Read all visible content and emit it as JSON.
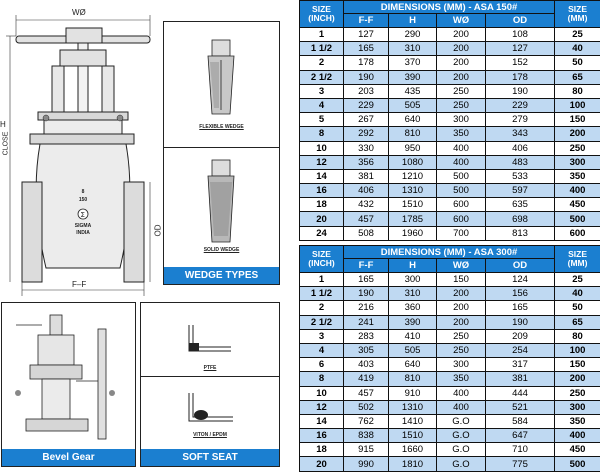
{
  "drawing": {
    "wo_label": "WØ",
    "h_label": "H",
    "close_label": "CLOSE",
    "od_label": "OD",
    "ff_label": "F–F",
    "body_marks": [
      "8",
      "150"
    ],
    "brand": [
      "SIGMA",
      "INDIA"
    ]
  },
  "wedge_panel": {
    "caption": "WEDGE TYPES",
    "items": [
      "FLEXIBLE WEDGE",
      "SOLID WEDGE"
    ]
  },
  "bevel_panel": {
    "caption": "Bevel Gear"
  },
  "seat_panel": {
    "caption": "SOFT SEAT",
    "items": [
      "PTFE",
      "VITON / EPDM"
    ]
  },
  "table150": {
    "title": "DIMENSIONS (MM) - ASA 150#",
    "size_head": [
      "SIZE",
      "(INCH)"
    ],
    "size_head_right": [
      "SIZE",
      "(MM)"
    ],
    "cols": [
      "F-F",
      "H",
      "WØ",
      "OD"
    ],
    "rows": [
      [
        "1",
        "127",
        "290",
        "200",
        "108",
        "25"
      ],
      [
        "1 1/2",
        "165",
        "310",
        "200",
        "127",
        "40"
      ],
      [
        "2",
        "178",
        "370",
        "200",
        "152",
        "50"
      ],
      [
        "2 1/2",
        "190",
        "390",
        "200",
        "178",
        "65"
      ],
      [
        "3",
        "203",
        "435",
        "250",
        "190",
        "80"
      ],
      [
        "4",
        "229",
        "505",
        "250",
        "229",
        "100"
      ],
      [
        "5",
        "267",
        "640",
        "300",
        "279",
        "150"
      ],
      [
        "8",
        "292",
        "810",
        "350",
        "343",
        "200"
      ],
      [
        "10",
        "330",
        "950",
        "400",
        "406",
        "250"
      ],
      [
        "12",
        "356",
        "1080",
        "400",
        "483",
        "300"
      ],
      [
        "14",
        "381",
        "1210",
        "500",
        "533",
        "350"
      ],
      [
        "16",
        "406",
        "1310",
        "500",
        "597",
        "400"
      ],
      [
        "18",
        "432",
        "1510",
        "600",
        "635",
        "450"
      ],
      [
        "20",
        "457",
        "1785",
        "600",
        "698",
        "500"
      ],
      [
        "24",
        "508",
        "1960",
        "700",
        "813",
        "600"
      ]
    ]
  },
  "table300": {
    "title": "DIMENSIONS (MM) - ASA 300#",
    "size_head": [
      "SIZE",
      "(INCH)"
    ],
    "size_head_right": [
      "SIZE",
      "(MM)"
    ],
    "cols": [
      "F-F",
      "H",
      "WØ",
      "OD"
    ],
    "rows": [
      [
        "1",
        "165",
        "300",
        "150",
        "124",
        "25"
      ],
      [
        "1 1/2",
        "190",
        "310",
        "200",
        "156",
        "40"
      ],
      [
        "2",
        "216",
        "360",
        "200",
        "165",
        "50"
      ],
      [
        "2 1/2",
        "241",
        "390",
        "200",
        "190",
        "65"
      ],
      [
        "3",
        "283",
        "410",
        "250",
        "209",
        "80"
      ],
      [
        "4",
        "305",
        "505",
        "250",
        "254",
        "100"
      ],
      [
        "6",
        "403",
        "640",
        "300",
        "317",
        "150"
      ],
      [
        "8",
        "419",
        "810",
        "350",
        "381",
        "200"
      ],
      [
        "10",
        "457",
        "910",
        "400",
        "444",
        "250"
      ],
      [
        "12",
        "502",
        "1310",
        "400",
        "521",
        "300"
      ],
      [
        "14",
        "762",
        "1410",
        "G.O",
        "584",
        "350"
      ],
      [
        "16",
        "838",
        "1510",
        "G.O",
        "647",
        "400"
      ],
      [
        "18",
        "915",
        "1660",
        "G.O",
        "710",
        "450"
      ],
      [
        "20",
        "990",
        "1810",
        "G.O",
        "775",
        "500"
      ]
    ]
  }
}
